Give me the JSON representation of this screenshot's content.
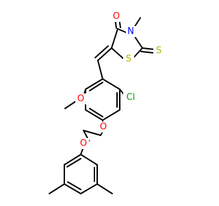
{
  "atoms": {
    "carbonyl_oxygen": "O",
    "ring_nitrogen": "N",
    "ring_sulfur": "S",
    "thione_sulfur": "S",
    "chlorine": "Cl",
    "methoxy_oxygen": "O",
    "ether_oxygen_1": "O",
    "ether_oxygen_2": "O"
  },
  "colors": {
    "oxygen": "#ff0000",
    "nitrogen": "#0000ff",
    "sulfur": "#b3b300",
    "chlorine": "#00a000",
    "bond": "#000000"
  }
}
